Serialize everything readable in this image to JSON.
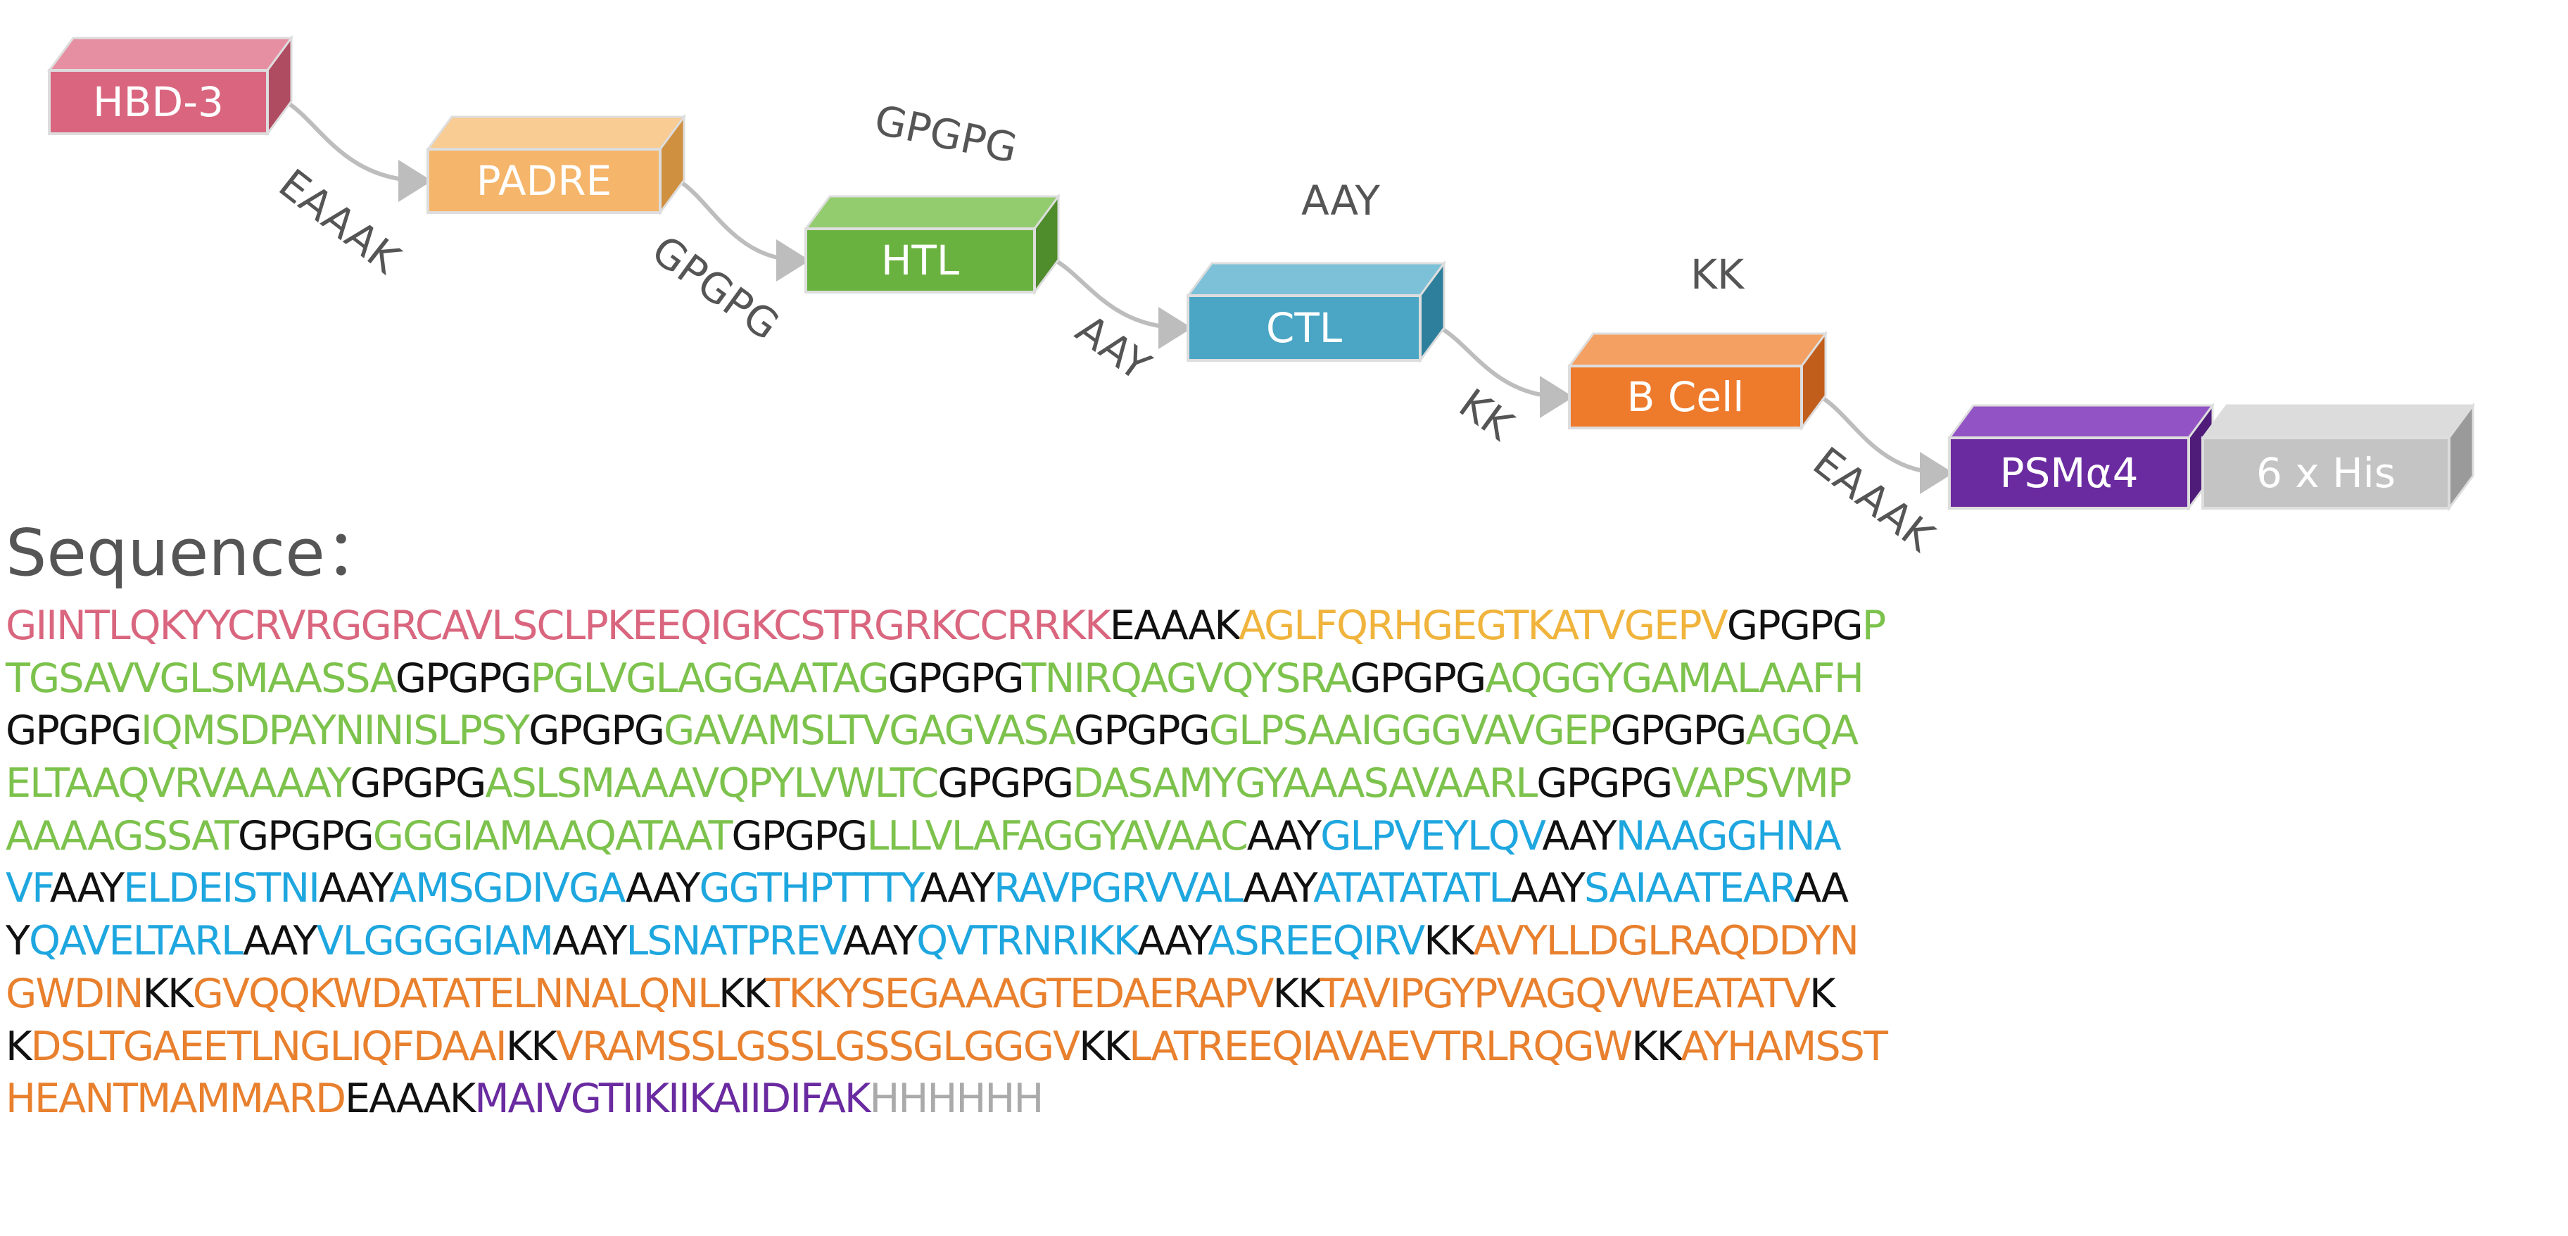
{
  "colors": {
    "hbd3": "#d9667e",
    "padre": "#f0b43c",
    "htl": "#7cc24c",
    "ctl": "#1ea6df",
    "bcell": "#e8802e",
    "psm": "#6a2aa0",
    "his": "#aaaaaa",
    "linker": "#111111",
    "label_gray": "#555555"
  },
  "diagram": {
    "boxes": [
      {
        "key": "hbd3",
        "label": "HBD-3",
        "front": "#d9667e",
        "top": "#e78fa2",
        "side": "#b04c62"
      },
      {
        "key": "padre",
        "label": "PADRE",
        "front": "#f5b56a",
        "top": "#f8cc92",
        "side": "#cf9040"
      },
      {
        "key": "htl",
        "label": "HTL",
        "front": "#6ab23f",
        "top": "#93cc6e",
        "side": "#4f8c2b"
      },
      {
        "key": "ctl",
        "label": "CTL",
        "front": "#4aa6c4",
        "top": "#7dc1d8",
        "side": "#2e7f9c"
      },
      {
        "key": "bcell",
        "label": "B Cell",
        "front": "#ee7a2c",
        "top": "#f3a062",
        "side": "#c25e1c"
      },
      {
        "key": "psm",
        "label": "PSMα4",
        "front": "#6a2aa0",
        "top": "#9254c4",
        "side": "#4f1c7a"
      },
      {
        "key": "his",
        "label": "6 x His",
        "front": "#c4c4c4",
        "top": "#dcdcdc",
        "side": "#9a9a9a"
      }
    ],
    "linker_labels": [
      {
        "text": "EAAAK"
      },
      {
        "text": "GPGPG"
      },
      {
        "text": "GPGPG"
      },
      {
        "text": "AAY"
      },
      {
        "text": "AAY"
      },
      {
        "text": "KK"
      },
      {
        "text": "KK"
      },
      {
        "text": "EAAAK"
      }
    ]
  },
  "sequence": {
    "title": "Sequence：",
    "lines": [
      [
        [
          "hbd3",
          "GIINTLQKYYCRVRGGRCAVLSCLPKEEQIGKCSTRGRKCCRRKK"
        ],
        [
          "linker",
          "EAAAK"
        ],
        [
          "padre",
          "AGLFQRHGEGTKATVGEPV"
        ],
        [
          "linker",
          "GPGPG"
        ],
        [
          "htl",
          "P"
        ]
      ],
      [
        [
          "htl",
          "TGSAVVGLSMAASSA"
        ],
        [
          "linker",
          "GPGPG"
        ],
        [
          "htl",
          "PGLVGLAGGAATAG"
        ],
        [
          "linker",
          "GPGPG"
        ],
        [
          "htl",
          "TNIRQAGVQYSRA"
        ],
        [
          "linker",
          "GPGPG"
        ],
        [
          "htl",
          "AQGGYGAMALAAFH"
        ]
      ],
      [
        [
          "linker",
          "GPGPG"
        ],
        [
          "htl",
          "IQMSDPAYNINISLPSY"
        ],
        [
          "linker",
          "GPGPG"
        ],
        [
          "htl",
          "GAVAMSLTVGAGVASA"
        ],
        [
          "linker",
          "GPGPG"
        ],
        [
          "htl",
          "GLPSAAIGGGVAVGEP"
        ],
        [
          "linker",
          "GPGPG"
        ],
        [
          "htl",
          "AGQA"
        ]
      ],
      [
        [
          "htl",
          "ELTAAQVRVAAAAY"
        ],
        [
          "linker",
          "GPGPG"
        ],
        [
          "htl",
          "ASLSMAAAVQPYLVWLTC"
        ],
        [
          "linker",
          "GPGPG"
        ],
        [
          "htl",
          "DASAMYGYAAASAVAARL"
        ],
        [
          "linker",
          "GPGPG"
        ],
        [
          "htl",
          "VAPSVMP"
        ]
      ],
      [
        [
          "htl",
          "AAAAGSSAT"
        ],
        [
          "linker",
          "GPGPG"
        ],
        [
          "htl",
          "GGGIAMAAQATAAT"
        ],
        [
          "linker",
          "GPGPG"
        ],
        [
          "htl",
          "LLLVLAFAGGYAVAAC"
        ],
        [
          "linker",
          "AAY"
        ],
        [
          "ctl",
          "GLPVEYLQV"
        ],
        [
          "linker",
          "AAY"
        ],
        [
          "ctl",
          "NAAGGHNA"
        ]
      ],
      [
        [
          "ctl",
          "VF"
        ],
        [
          "linker",
          "AAY"
        ],
        [
          "ctl",
          "ELDEISTNI"
        ],
        [
          "linker",
          "AAY"
        ],
        [
          "ctl",
          "AMSGDIVGA"
        ],
        [
          "linker",
          "AAY"
        ],
        [
          "ctl",
          "GGTHPTTTY"
        ],
        [
          "linker",
          "AAY"
        ],
        [
          "ctl",
          "RAVPGRVVAL"
        ],
        [
          "linker",
          "AAY"
        ],
        [
          "ctl",
          "ATATATATL"
        ],
        [
          "linker",
          "AAY"
        ],
        [
          "ctl",
          "SAIAATEAR"
        ],
        [
          "linker",
          "AA"
        ]
      ],
      [
        [
          "linker",
          "Y"
        ],
        [
          "ctl",
          "QAVELTARL"
        ],
        [
          "linker",
          "AAY"
        ],
        [
          "ctl",
          "VLGGGGIAM"
        ],
        [
          "linker",
          "AAY"
        ],
        [
          "ctl",
          "LSNATPREV"
        ],
        [
          "linker",
          "AAY"
        ],
        [
          "ctl",
          "QVTRNRIKK"
        ],
        [
          "linker",
          "AAY"
        ],
        [
          "ctl",
          "ASREEQIRV"
        ],
        [
          "linker",
          "KK"
        ],
        [
          "bcell",
          "AVYLLDGLRAQDDYN"
        ]
      ],
      [
        [
          "bcell",
          "GWDIN"
        ],
        [
          "linker",
          "KK"
        ],
        [
          "bcell",
          "GVQQKWDATATELNNALQNL"
        ],
        [
          "linker",
          "KK"
        ],
        [
          "bcell",
          "TKKYSEGAAAGTEDAERAPV"
        ],
        [
          "linker",
          "KK"
        ],
        [
          "bcell",
          "TAVIPGYPVAGQVWEATATV"
        ],
        [
          "linker",
          "K"
        ]
      ],
      [
        [
          "linker",
          "K"
        ],
        [
          "bcell",
          "DSLTGAEETLNGLIQFDAAI"
        ],
        [
          "linker",
          "KK"
        ],
        [
          "bcell",
          "VRAMSSLGSSLGSSGLGGGV"
        ],
        [
          "linker",
          "KK"
        ],
        [
          "bcell",
          "LATREEQIAVAEVTRLRQGW"
        ],
        [
          "linker",
          "KK"
        ],
        [
          "bcell",
          "AYHAMSST"
        ]
      ],
      [
        [
          "bcell",
          "HEANTMAMMARD"
        ],
        [
          "linker",
          "EAAAK"
        ],
        [
          "psm",
          "MAIVGTIIKIIKAIIDIFAK"
        ],
        [
          "his",
          "HHHHHH"
        ]
      ]
    ]
  }
}
